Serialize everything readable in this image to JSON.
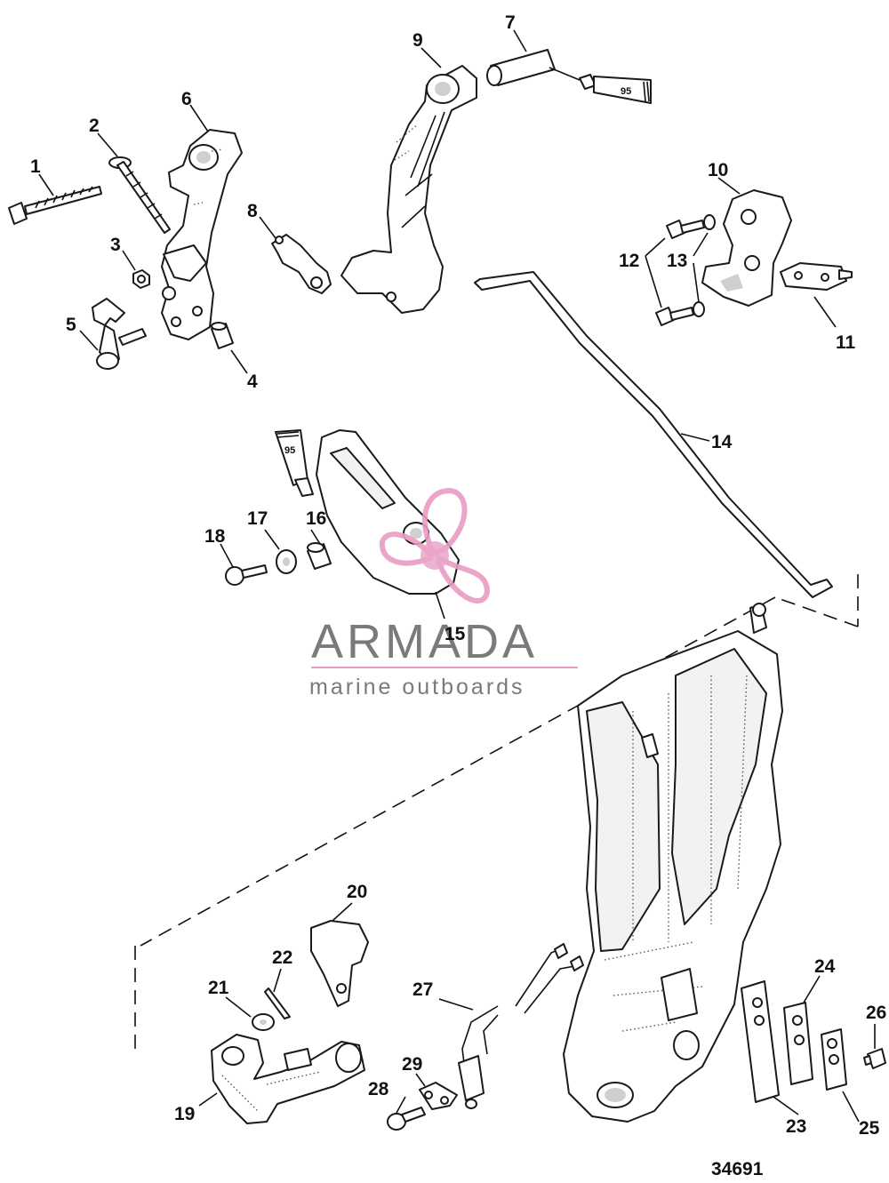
{
  "callouts": [
    "1",
    "2",
    "3",
    "4",
    "5",
    "6",
    "7",
    "8",
    "9",
    "10",
    "11",
    "12",
    "13",
    "14",
    "15",
    "16",
    "17",
    "18",
    "19",
    "20",
    "21",
    "22",
    "23",
    "24",
    "25",
    "26",
    "27",
    "28",
    "29"
  ],
  "sealant_tube_label": "95",
  "watermark": {
    "title": "ARMADA",
    "subtitle": "marine outboards",
    "accent_color": "#e89cc4",
    "text_color": "#7a7a7a",
    "logo_icon": "propeller-logo-icon"
  },
  "figure_id": "34691"
}
